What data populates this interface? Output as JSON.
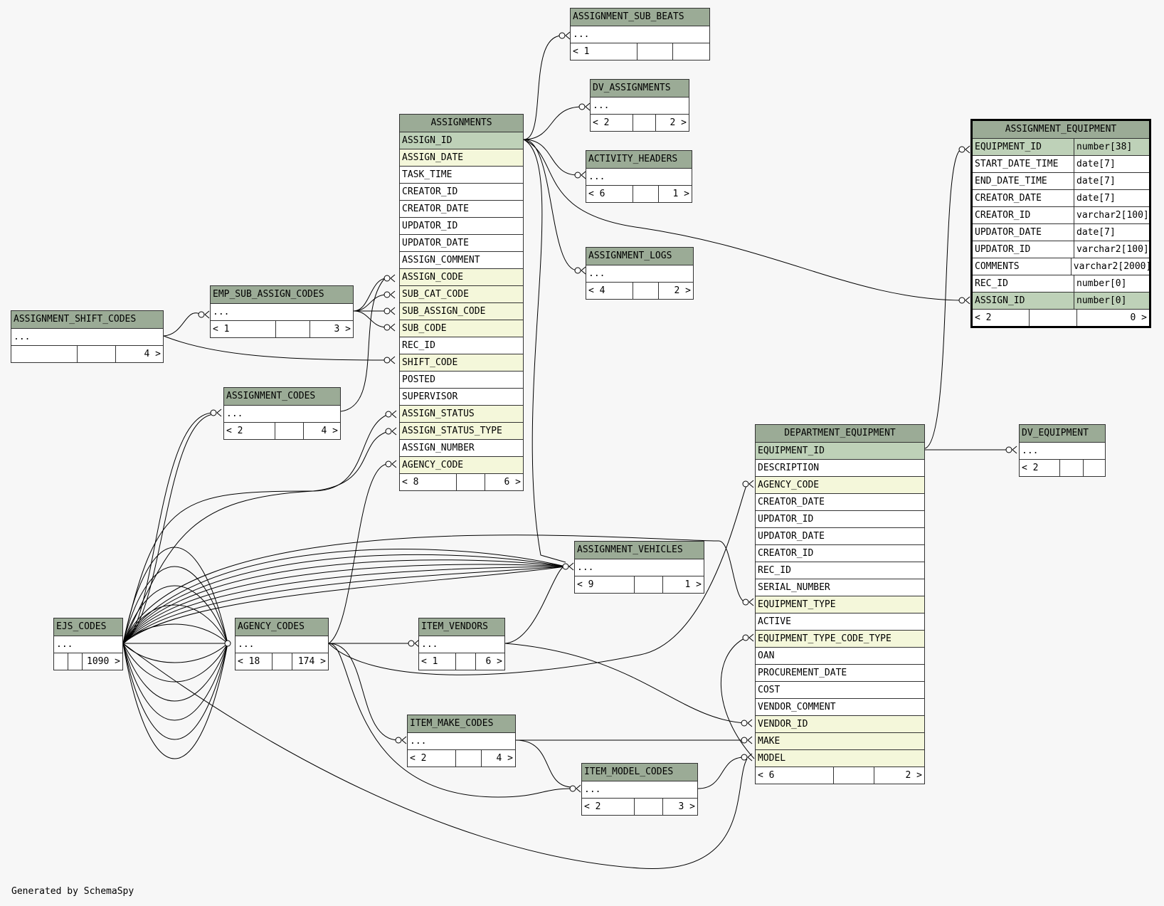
{
  "generated_by": "Generated by SchemaSpy",
  "tables": {
    "assignment_sub_beats": {
      "title": "ASSIGNMENT_SUB_BEATS",
      "rows": [
        "..."
      ],
      "parents": "< 1",
      "children": ""
    },
    "dv_assignments": {
      "title": "DV_ASSIGNMENTS",
      "rows": [
        "..."
      ],
      "parents": "< 2",
      "children": "2 >"
    },
    "activity_headers": {
      "title": "ACTIVITY_HEADERS",
      "rows": [
        "..."
      ],
      "parents": "< 6",
      "children": "1 >"
    },
    "assignment_logs": {
      "title": "ASSIGNMENT_LOGS",
      "rows": [
        "..."
      ],
      "parents": "< 4",
      "children": "2 >"
    },
    "assignments": {
      "title": "ASSIGNMENTS",
      "rows": [
        "ASSIGN_ID",
        "ASSIGN_DATE",
        "TASK_TIME",
        "CREATOR_ID",
        "CREATOR_DATE",
        "UPDATOR_ID",
        "UPDATOR_DATE",
        "ASSIGN_COMMENT",
        "ASSIGN_CODE",
        "SUB_CAT_CODE",
        "SUB_ASSIGN_CODE",
        "SUB_CODE",
        "REC_ID",
        "SHIFT_CODE",
        "POSTED",
        "SUPERVISOR",
        "ASSIGN_STATUS",
        "ASSIGN_STATUS_TYPE",
        "ASSIGN_NUMBER",
        "AGENCY_CODE"
      ],
      "parents": "< 8",
      "children": "6 >"
    },
    "assignment_equipment": {
      "title": "ASSIGNMENT_EQUIPMENT",
      "rows": [
        "EQUIPMENT_ID",
        "START_DATE_TIME",
        "END_DATE_TIME",
        "CREATOR_DATE",
        "CREATOR_ID",
        "UPDATOR_DATE",
        "UPDATOR_ID",
        "COMMENTS",
        "REC_ID",
        "ASSIGN_ID"
      ],
      "types": [
        "number[38]",
        "date[7]",
        "date[7]",
        "date[7]",
        "varchar2[100]",
        "date[7]",
        "varchar2[100]",
        "varchar2[2000]",
        "number[0]",
        "number[0]"
      ],
      "parents": "< 2",
      "children": "0 >"
    },
    "emp_sub_assign_codes": {
      "title": "EMP_SUB_ASSIGN_CODES",
      "rows": [
        "..."
      ],
      "parents": "< 1",
      "children": "3 >"
    },
    "assignment_shift_codes": {
      "title": "ASSIGNMENT_SHIFT_CODES",
      "rows": [
        "..."
      ],
      "parents": "",
      "children": "4 >"
    },
    "assignment_codes": {
      "title": "ASSIGNMENT_CODES",
      "rows": [
        "..."
      ],
      "parents": "< 2",
      "children": "4 >"
    },
    "department_equipment": {
      "title": "DEPARTMENT_EQUIPMENT",
      "rows": [
        "EQUIPMENT_ID",
        "DESCRIPTION",
        "AGENCY_CODE",
        "CREATOR_DATE",
        "UPDATOR_ID",
        "UPDATOR_DATE",
        "CREATOR_ID",
        "REC_ID",
        "SERIAL_NUMBER",
        "EQUIPMENT_TYPE",
        "ACTIVE",
        "EQUIPMENT_TYPE_CODE_TYPE",
        "OAN",
        "PROCUREMENT_DATE",
        "COST",
        "VENDOR_COMMENT",
        "VENDOR_ID",
        "MAKE",
        "MODEL"
      ],
      "parents": "< 6",
      "children": "2 >"
    },
    "dv_equipment": {
      "title": "DV_EQUIPMENT",
      "rows": [
        "..."
      ],
      "parents": "< 2",
      "children": ""
    },
    "assignment_vehicles": {
      "title": "ASSIGNMENT_VEHICLES",
      "rows": [
        "..."
      ],
      "parents": "< 9",
      "children": "1 >"
    },
    "ejs_codes": {
      "title": "EJS_CODES",
      "rows": [
        "..."
      ],
      "parents": "",
      "children": "1090 >"
    },
    "agency_codes": {
      "title": "AGENCY_CODES",
      "rows": [
        "..."
      ],
      "parents": "< 18",
      "children": "174 >"
    },
    "item_vendors": {
      "title": "ITEM_VENDORS",
      "rows": [
        "..."
      ],
      "parents": "< 1",
      "children": "6 >"
    },
    "item_make_codes": {
      "title": "ITEM_MAKE_CODES",
      "rows": [
        "..."
      ],
      "parents": "< 2",
      "children": "4 >"
    },
    "item_model_codes": {
      "title": "ITEM_MODEL_CODES",
      "rows": [
        "..."
      ],
      "parents": "< 2",
      "children": "3 >"
    }
  }
}
